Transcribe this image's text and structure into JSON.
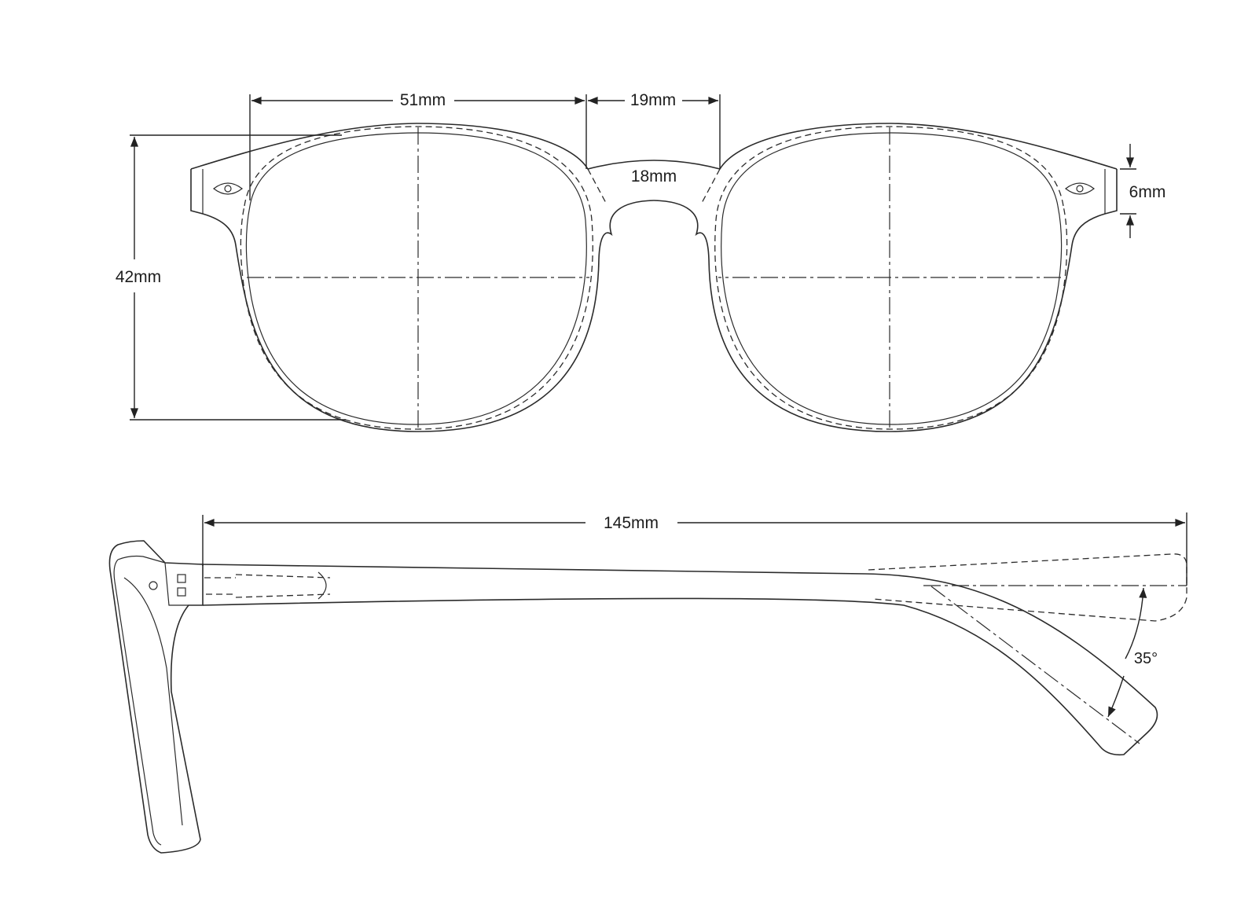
{
  "front_view": {
    "lens_width": "51mm",
    "bridge_width": "19mm",
    "nose_bridge": "18mm",
    "lens_height": "42mm",
    "end_piece_height": "6mm"
  },
  "side_view": {
    "temple_length": "145mm",
    "fold_angle": "35°"
  },
  "colors": {
    "line": "#2b2b2b",
    "background": "#ffffff"
  }
}
